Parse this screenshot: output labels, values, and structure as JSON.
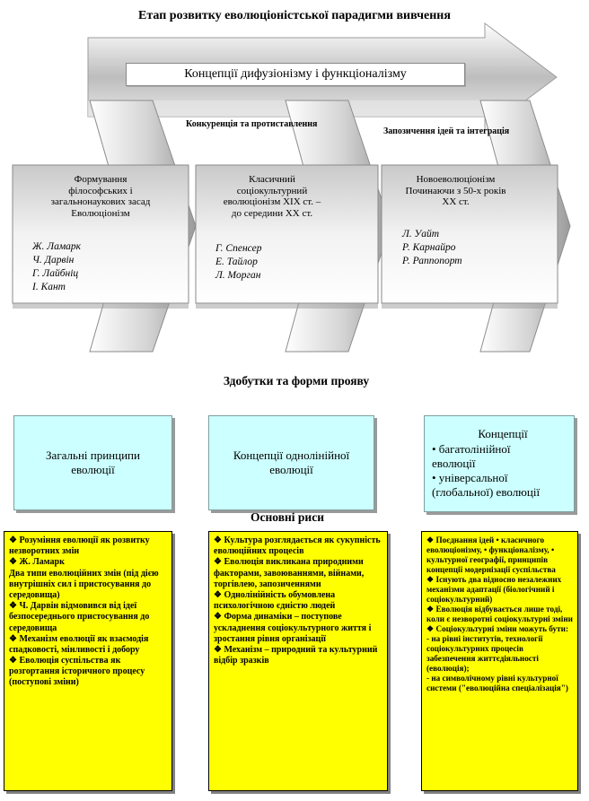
{
  "header": {
    "title": "Етап розвитку еволюціоністської парадигми вивчення",
    "banner": "Концепції дифузіонізму і функціоналізму"
  },
  "arrow_labels": {
    "competition": "Конкуренція та протиставлення",
    "integration": "Запозичення ідей та інтеграція"
  },
  "stages": [
    {
      "label": [
        "Формування",
        "філософських і",
        "загальнонаукових засад",
        "Еволюціонізм"
      ],
      "names": [
        "Ж. Ламарк",
        "Ч. Дарвін",
        "Г. Лайбніц",
        "І. Кант"
      ]
    },
    {
      "label": [
        "Класичний",
        "соціокультурний",
        "еволюціонізм XIX ст. –",
        "до середини XX ст."
      ],
      "names": [
        "Г. Спенсер",
        "Е. Тайлор",
        "Л. Морган"
      ]
    },
    {
      "label": [
        "Новоеволюціонізм",
        "Починаючи з 50-х  років",
        "XX ст."
      ],
      "names": [
        "Л. Уайт",
        "Р. Карнайро",
        "Р. Раппопорт"
      ]
    }
  ],
  "achievements_title": "Здобутки та форми прояву",
  "concepts": [
    {
      "lines": [
        "Загальні принципи",
        "еволюції"
      ]
    },
    {
      "lines": [
        "Концепції однолінійної",
        "еволюції"
      ]
    },
    {
      "lines": [
        "Концепції",
        "• багатолінійної",
        "еволюції",
        "• універсальної",
        "(глобальної)  еволюції"
      ]
    }
  ],
  "features_title": "Основні риси",
  "features": [
    [
      "❖   Розуміння еволюції як розвитку незворотних змін",
      "❖   Ж. Ламарк",
      "Два типи еволюційних  змін (під дією внутрішніх  сил і пристосування до середовища)",
      "❖   Ч. Дарвін відмовився від ідеї безпосереднього пристосування до середовища",
      "❖   Механізм еволюції як взаємодія спадковості, мінливості і добору",
      "❖   Еволюція суспільства як розгортання історичного процесу (поступові зміни)"
    ],
    [
      "❖   Культура розглядається як сукупність еволюційних процесів",
      "❖   Еволюція викликана природними факторами, завоюваннями, війнами, торгівлею, запозиченнями",
      "❖   Однолінійність  обумовлена психологічною  єдністю людей",
      "❖   Форма динаміки – поступове ускладнення соціокультурного життя і зростання рівня організації",
      "❖   Механізм – природний та культурний відбір зразків"
    ],
    [
      "❖   Поєднання ідей • класичного еволюціонізму, • функціоналізму, • культурної географії, принципів концепції модернізації суспільства",
      "❖   Існують два відносно незалежних механізми адаптації  (біологічний і соціокультурний)",
      "❖   Еволюція відбувається лише тоді, коли є незворотні соціокультурні зміни",
      "❖   Соціокультурні зміни можуть бути:",
      "-  на рівні інститутів, технології соціокультурних процесів забезпечення життєдіяльності (еволюція);",
      "- на символічному рівні культурної системи (\"еволюційна спеціалізація\")"
    ]
  ],
  "colors": {
    "banner_arrow": "#cfcfcf",
    "stage_arrow": "#d8d8d8",
    "concept_box": "#ccffff",
    "feature_box": "#ffff00"
  }
}
